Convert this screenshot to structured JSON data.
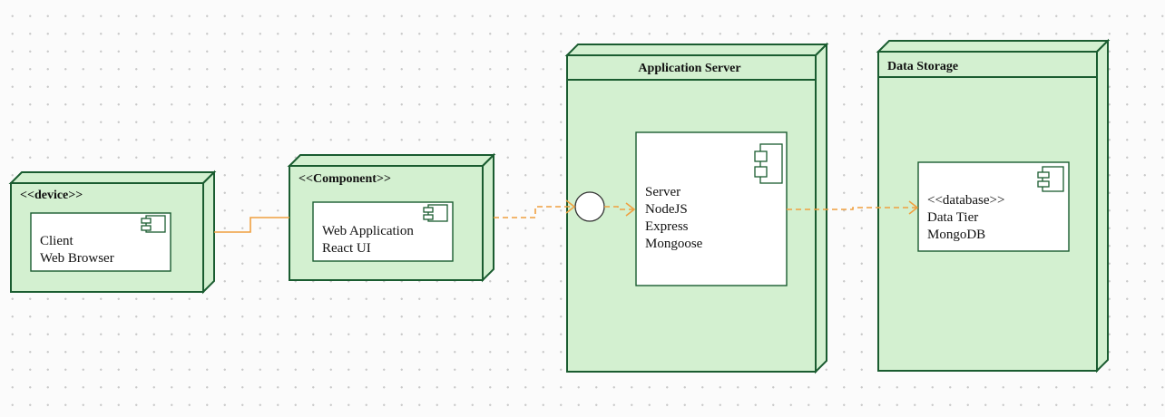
{
  "nodes": {
    "device": {
      "stereotype": "<<device>>",
      "component": {
        "lines": [
          "Client",
          "Web Browser"
        ]
      }
    },
    "component_node": {
      "stereotype": "<<Component>>",
      "component": {
        "lines": [
          "Web Application",
          "React UI"
        ]
      }
    },
    "app_server": {
      "title": "Application Server",
      "component": {
        "lines": [
          "Server",
          "NodeJS",
          "Express",
          "Mongoose"
        ]
      }
    },
    "data_storage": {
      "title": "Data Storage",
      "component": {
        "lines": [
          "<<database>>",
          "Data Tier",
          "MongoDB"
        ]
      }
    }
  },
  "colors": {
    "node_fill": "#d3f0d0",
    "node_stroke": "#1a5c30",
    "connector": "#f0a040",
    "component_fill": "#ffffff"
  },
  "connectors": [
    {
      "from": "device",
      "to": "component_node",
      "style": "solid"
    },
    {
      "from": "component_node",
      "to": "app_server-interface",
      "style": "dashed-arrow"
    },
    {
      "from": "app_server-interface",
      "to": "app_server-component",
      "style": "dashed-arrow"
    },
    {
      "from": "app_server-component",
      "to": "data_storage-component",
      "style": "dashed-arrow"
    }
  ]
}
